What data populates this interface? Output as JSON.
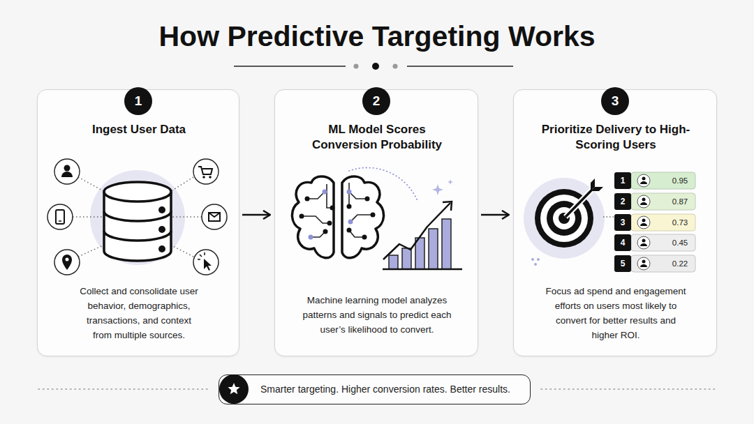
{
  "diagram": {
    "title": "How Predictive Targeting Works",
    "nodes": [
      {
        "text": [
          "Ingest User Data",
          "Collect and consolidate user behavior, demographics, transactions, and context from multiple sources."
        ]
      },
      {
        "text": [
          "ML Model Scores Conversion Probability",
          "Machine learning model analyzes patterns and signals to predict each user’s likelihood to convert."
        ]
      },
      {
        "text": [
          "Prioritize Delivery to High-Scoring Users",
          "Focus ad spend and engagement efforts on users most likely to convert for better results and higher ROI."
        ]
      },
      {
        "text": [
          "Smarter targeting. Higher conversion rates. Better results."
        ]
      }
    ],
    "edges": [
      {
        "from": 0,
        "to": 1,
        "arrow": "to"
      },
      {
        "from": 1,
        "to": 2,
        "arrow": "to"
      }
    ],
    "labels": [
      "1",
      "2",
      "3",
      "1",
      "0.95",
      "2",
      "0.87",
      "3",
      "0.73",
      "4",
      "0.45",
      "5",
      "0.22"
    ]
  }
}
